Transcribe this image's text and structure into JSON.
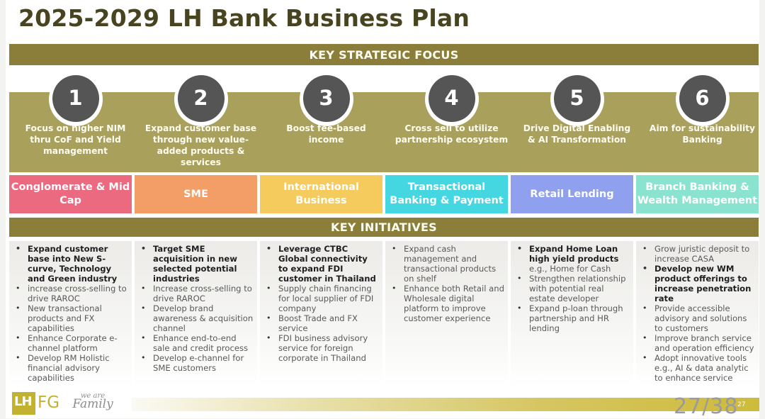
{
  "title": "2025-2029 LH Bank Business Plan",
  "sections": {
    "strategic_focus": "KEY STRATEGIC FOCUS",
    "initiatives": "KEY INITIATIVES"
  },
  "focus": [
    {
      "num": "1",
      "text": "Focus on higher NIM thru CoF and Yield management"
    },
    {
      "num": "2",
      "text": "Expand customer base through new value-added products & services"
    },
    {
      "num": "3",
      "text": "Boost fee-based income"
    },
    {
      "num": "4",
      "text": "Cross sell to utilize partnership ecosystem"
    },
    {
      "num": "5",
      "text": "Drive Digital Enabling & AI Transformation"
    },
    {
      "num": "6",
      "text": "Aim for sustainability Banking"
    }
  ],
  "segments": [
    {
      "label": "Conglomerate & Mid Cap",
      "color": "#ec6a80"
    },
    {
      "label": "SME",
      "color": "#f39e66"
    },
    {
      "label": "International Business",
      "color": "#f5cb5e"
    },
    {
      "label": "Transactional Banking & Payment",
      "color": "#45d7e1"
    },
    {
      "label": "Retail Lending",
      "color": "#8fa0ef"
    },
    {
      "label": "Branch Banking & Wealth Management",
      "color": "#8ae3cf"
    }
  ],
  "initiatives": [
    {
      "items": [
        {
          "text": "Expand customer base into New S-curve, Technology and Green industry",
          "bold": true
        },
        {
          "text": "increase cross-selling to drive RAROC"
        },
        {
          "text": "New transactional products and FX capabilities"
        },
        {
          "text": "Enhance Corporate e-channel platform"
        },
        {
          "text": "Develop RM Holistic financial advisory capabilities"
        }
      ]
    },
    {
      "items": [
        {
          "text": "Target SME acquisition in new selected potential industries",
          "bold": true
        },
        {
          "text": "Increase cross-selling to drive RAROC"
        },
        {
          "text": "Develop brand awareness & acquisition channel"
        },
        {
          "text": "Enhance end-to-end sale and credit process"
        },
        {
          "text": "Develop e-channel for SME customers"
        }
      ]
    },
    {
      "items": [
        {
          "text": "Leverage CTBC Global connectivity to expand FDI customer in Thailand",
          "bold": true
        },
        {
          "text": "Supply chain financing for local supplier of FDI company"
        },
        {
          "text": "Boost Trade and FX service"
        },
        {
          "text": "FDI business advisory service for foreign corporate in Thailand"
        }
      ]
    },
    {
      "items": [
        {
          "text": "Expand cash management and transactional products on shelf"
        },
        {
          "text": "Enhance both Retail and Wholesale digital platform to improve customer experience"
        }
      ]
    },
    {
      "items": [
        {
          "text": "Expand Home Loan high yield products",
          "bold": true,
          "tail": " e.g., Home for Cash"
        },
        {
          "text": "Strengthen relationship with potential real estate developer"
        },
        {
          "text": "Expand p-loan through partnership and HR lending"
        }
      ]
    },
    {
      "items": [
        {
          "text": "Grow juristic deposit to increase CASA"
        },
        {
          "text": "Develop new WM product offerings to increase penetration rate",
          "bold": true
        },
        {
          "text": "Provide accessible advisory and solutions to customers"
        },
        {
          "text": "Improve branch service and operation efficiency"
        },
        {
          "text": "Adopt innovative tools e.g., AI & data analytic to enhance service"
        }
      ]
    }
  ],
  "footer": {
    "logo_lh": "LH",
    "logo_fg": "FG",
    "tagline_top": "we are",
    "tagline_bottom": "Family",
    "page_indicator": "27/38",
    "slide_number": "27"
  }
}
